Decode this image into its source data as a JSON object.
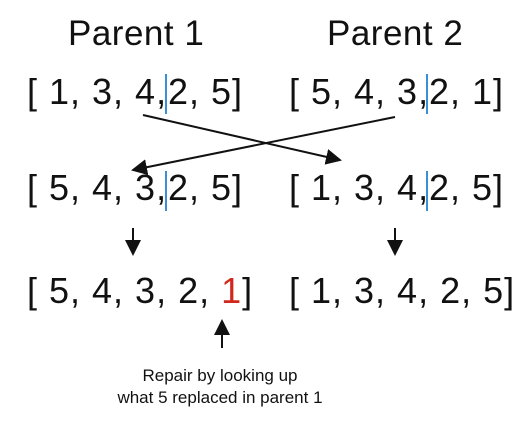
{
  "parents": {
    "p1_title": "Parent 1",
    "p2_title": "Parent 2",
    "p1_a": "[ 1, 3, 4,",
    "p1_b": "2, 5]",
    "p2_a": "[ 5, 4, 3,",
    "p2_b": "2, 1]"
  },
  "children": {
    "c1_a": "[ 5, 4, 3,",
    "c1_b": "2, 5]",
    "c2_a": "[ 1, 3, 4,",
    "c2_b": "2, 5]"
  },
  "repaired": {
    "r1_a": "[ 5, 4, 3, 2,",
    "r1_fix": "1",
    "r1_end": "]",
    "r2": "[ 1, 3, 4, 2, 5]"
  },
  "note": {
    "line1": "Repair by looking up",
    "line2": "what 5 replaced in parent 1"
  },
  "colors": {
    "cut_marker": "#3a8fd6",
    "repaired_value": "#d0281c"
  }
}
